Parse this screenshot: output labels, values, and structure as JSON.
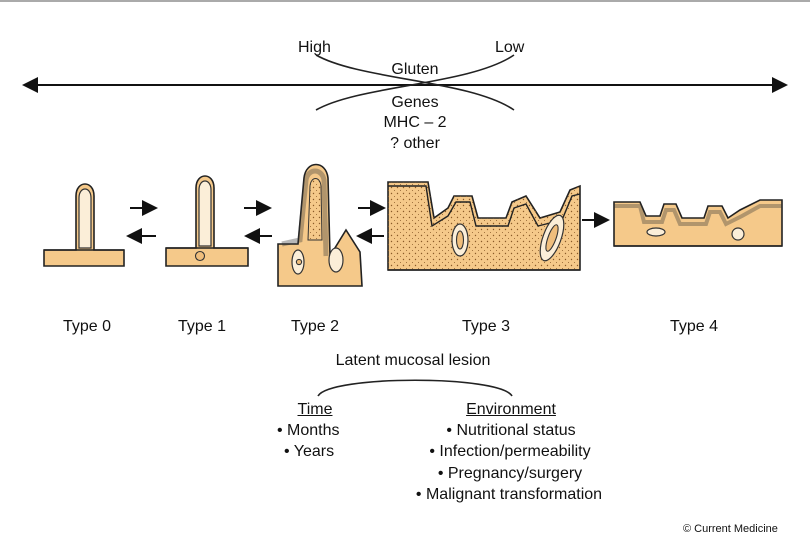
{
  "scale": {
    "high": "High",
    "low": "Low",
    "gluten": "Gluten",
    "genes": "Genes",
    "mhc": "MHC – 2",
    "other": "? other"
  },
  "types": [
    "Type 0",
    "Type 1",
    "Type 2",
    "Type 3",
    "Type 4"
  ],
  "latent": "Latent mucosal lesion",
  "time": {
    "heading": "Time",
    "items": [
      "• Months",
      "• Years"
    ]
  },
  "environment": {
    "heading": "Environment",
    "items": [
      "• Nutritional status",
      "• Infection/permeability",
      "• Pregnancy/surgery",
      "• Malignant transformation"
    ]
  },
  "copyright": "© Current Medicine",
  "colors": {
    "tissue": "#f5c98a",
    "epithelium": "#fbeed8",
    "line": "#222222"
  }
}
